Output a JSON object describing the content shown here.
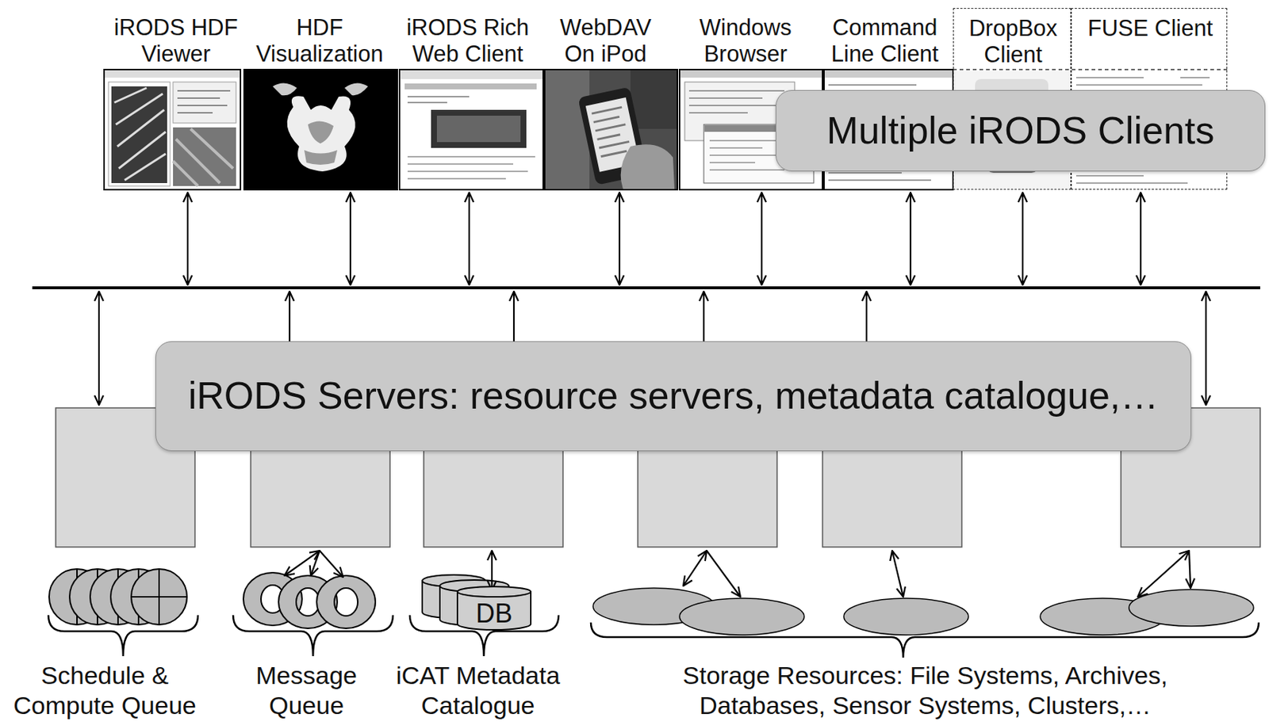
{
  "diagram": {
    "nodes": [
      {
        "text": [
          "iRODS HDF Viewer"
        ]
      },
      {
        "text": [
          "HDF Visualization"
        ]
      },
      {
        "text": [
          "iRODS Rich Web Client"
        ]
      },
      {
        "text": [
          "WebDAV On iPod"
        ]
      },
      {
        "text": [
          "Windows Browser"
        ]
      },
      {
        "text": [
          "Command Line Client"
        ]
      },
      {
        "text": [
          "DropBox Client"
        ]
      },
      {
        "text": [
          "FUSE Client"
        ]
      },
      {
        "text": [
          "Multiple iRODS Clients"
        ]
      },
      {
        "text": [
          "iRODS Servers: resource servers, metadata catalogue,…"
        ]
      },
      {
        "text": [
          "DB"
        ]
      }
    ],
    "labels": [
      "Schedule & Compute Queue",
      "Message Queue",
      "iCAT Metadata Catalogue",
      "Storage Resources: File Systems, Archives, Databases, Sensor Systems, Clusters,…"
    ]
  }
}
